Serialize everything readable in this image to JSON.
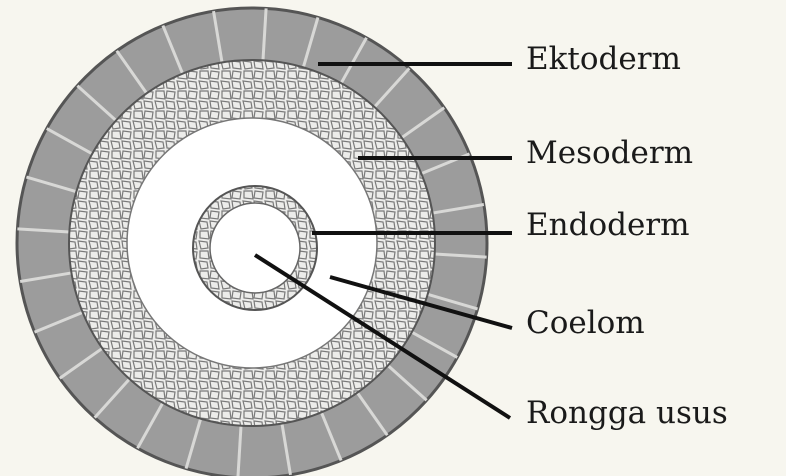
{
  "diagram": {
    "labels": {
      "ektoderm": "Ektoderm",
      "mesoderm": "Mesoderm",
      "endoderm": "Endoderm",
      "coelom": "Coelom",
      "rongga_usus": "Rongga usus"
    },
    "colors": {
      "background": "#f7f6ef",
      "ektoderm_fill": "#9c9c9c",
      "mesoderm_fill": "#ededec",
      "cell_outline": "#6e6e6e",
      "coelom_fill": "#ffffff",
      "leader_line": "#111111"
    }
  }
}
